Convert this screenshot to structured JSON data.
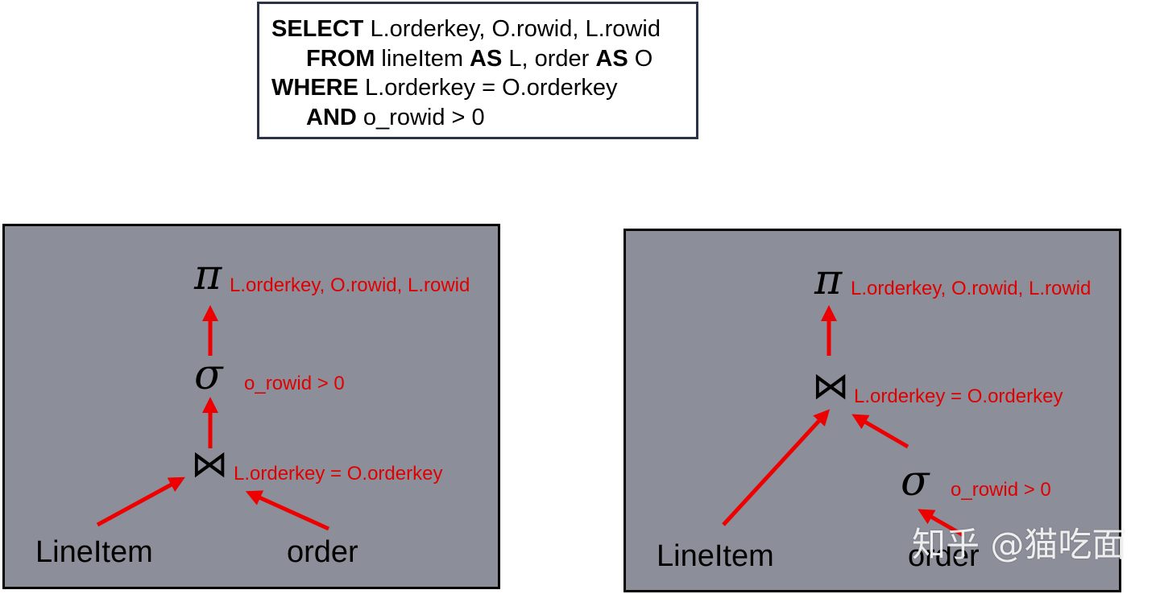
{
  "sql": {
    "select_kw": "SELECT",
    "select_cols": " L.orderkey, O.rowid, L.rowid",
    "from_kw": "FROM",
    "from_rel1": " lineItem ",
    "as_kw1": "AS",
    "from_mid": " L, order ",
    "as_kw2": "AS",
    "from_rel2": " O",
    "where_kw": "WHERE",
    "where_cond": " L.orderkey = O.orderkey",
    "and_kw": "AND",
    "and_cond": " o_rowid > 0"
  },
  "left_plan": {
    "project_symbol": "π",
    "project_label": "L.orderkey, O.rowid, L.rowid",
    "select_symbol": "σ",
    "select_label": "o_rowid > 0",
    "join_symbol": "⋈",
    "join_label": "L.orderkey = O.orderkey",
    "rel_left": "LineItem",
    "rel_right": "order"
  },
  "right_plan": {
    "project_symbol": "π",
    "project_label": "L.orderkey, O.rowid, L.rowid",
    "join_symbol": "⋈",
    "join_label": "L.orderkey = O.orderkey",
    "select_symbol": "σ",
    "select_label": "o_rowid > 0",
    "rel_left": "LineItem",
    "rel_right": "order"
  },
  "watermark": "知乎 @猫吃面",
  "colors": {
    "panel": "#8c8f99",
    "annotation": "#e00000",
    "arrow": "#ee0000",
    "border": "#2b3347"
  }
}
